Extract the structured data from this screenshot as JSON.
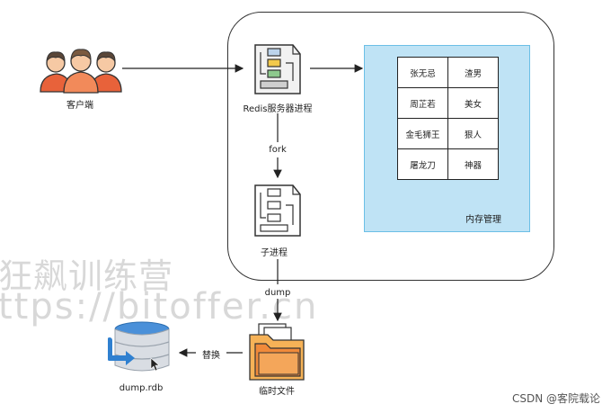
{
  "nodes": {
    "client": "客户端",
    "redis_process": "Redis服务器进程",
    "child_process": "子进程",
    "temp_file": "临时文件",
    "rdb_file": "dump.rdb",
    "memory": "内存管理"
  },
  "edges": {
    "fork": "fork",
    "dump": "dump",
    "replace": "替换"
  },
  "memory_table": [
    [
      "张无忌",
      "渣男"
    ],
    [
      "周芷若",
      "美女"
    ],
    [
      "金毛狮王",
      "狠人"
    ],
    [
      "屠龙刀",
      "神器"
    ]
  ],
  "watermark": {
    "line1": "狂飙训练营",
    "line2": "ttps://bitoffer.cn"
  },
  "credit": "CSDN @客院载论",
  "colors": {
    "memory_fill": "#bfe3f5",
    "memory_border": "#6bbfe6",
    "db_blue": "#2f80d0",
    "file_orange": "#f0a040",
    "client_orange": "#e8623a"
  }
}
